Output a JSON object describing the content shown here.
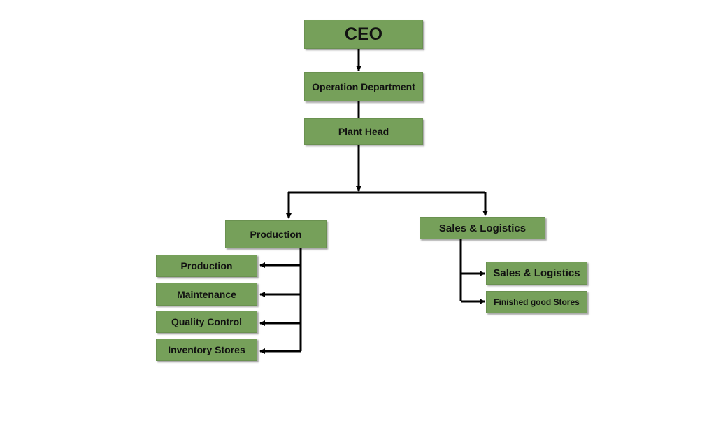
{
  "org_chart": {
    "ceo": "CEO",
    "operation_department": "Operation Department",
    "plant_head": "Plant Head",
    "production": {
      "label": "Production",
      "children": [
        "Production",
        "Maintenance",
        "Quality Control",
        "Inventory Stores"
      ]
    },
    "sales_logistics": {
      "label": "Sales & Logistics",
      "children": [
        "Sales & Logistics",
        "Finished good Stores"
      ]
    }
  },
  "colors": {
    "box_fill": "#76a05a",
    "connector": "#000000"
  }
}
